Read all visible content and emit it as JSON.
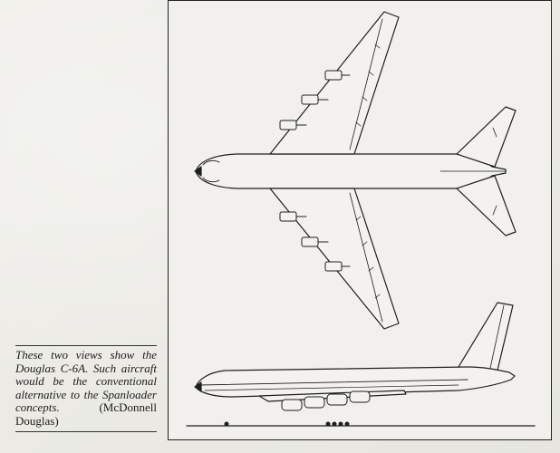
{
  "caption": {
    "text": "These two views show the Douglas C-6A. Such aircraft would be the conventional alternative to the Spanloader concepts.",
    "credit": "(McDonnell Douglas)"
  },
  "figure": {
    "subject": "Douglas C-6A"
  },
  "colors": {
    "paper": "#ecebe6",
    "ink": "#1c1c1c"
  }
}
